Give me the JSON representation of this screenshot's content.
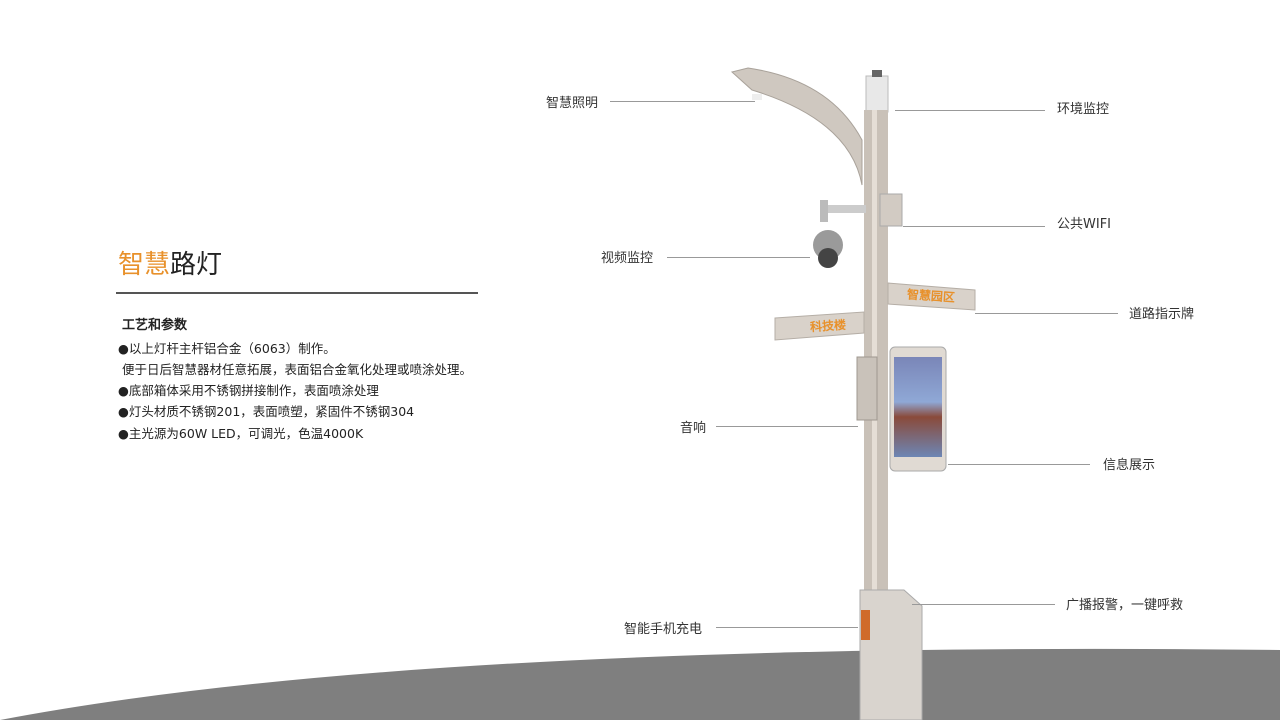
{
  "title": {
    "highlight": "智慧",
    "rest": "路灯"
  },
  "subtitle": "工艺和参数",
  "specs": [
    "●以上灯杆主杆铝合金（6063）制作。",
    " 便于日后智慧器材任意拓展，表面铝合金氧化处理或喷涂处理。",
    "●底部箱体采用不锈钢拼接制作，表面喷涂处理",
    "●灯头材质不锈钢201，表面喷塑，紧固件不锈钢304",
    "●主光源为60W LED，可调光，色温4000K"
  ],
  "labels": {
    "lighting": "智慧照明",
    "env": "环境监控",
    "wifi": "公共WIFI",
    "video": "视频监控",
    "sign": "道路指示牌",
    "speaker": "音响",
    "info": "信息展示",
    "alarm": "广播报警，一键呼救",
    "charge": "智能手机充电"
  },
  "signs": {
    "right": "智慧园区",
    "left": "科技楼"
  },
  "colors": {
    "accent": "#e8912b",
    "ground": "#7f7f7f",
    "pole": "#c9c1b8"
  }
}
